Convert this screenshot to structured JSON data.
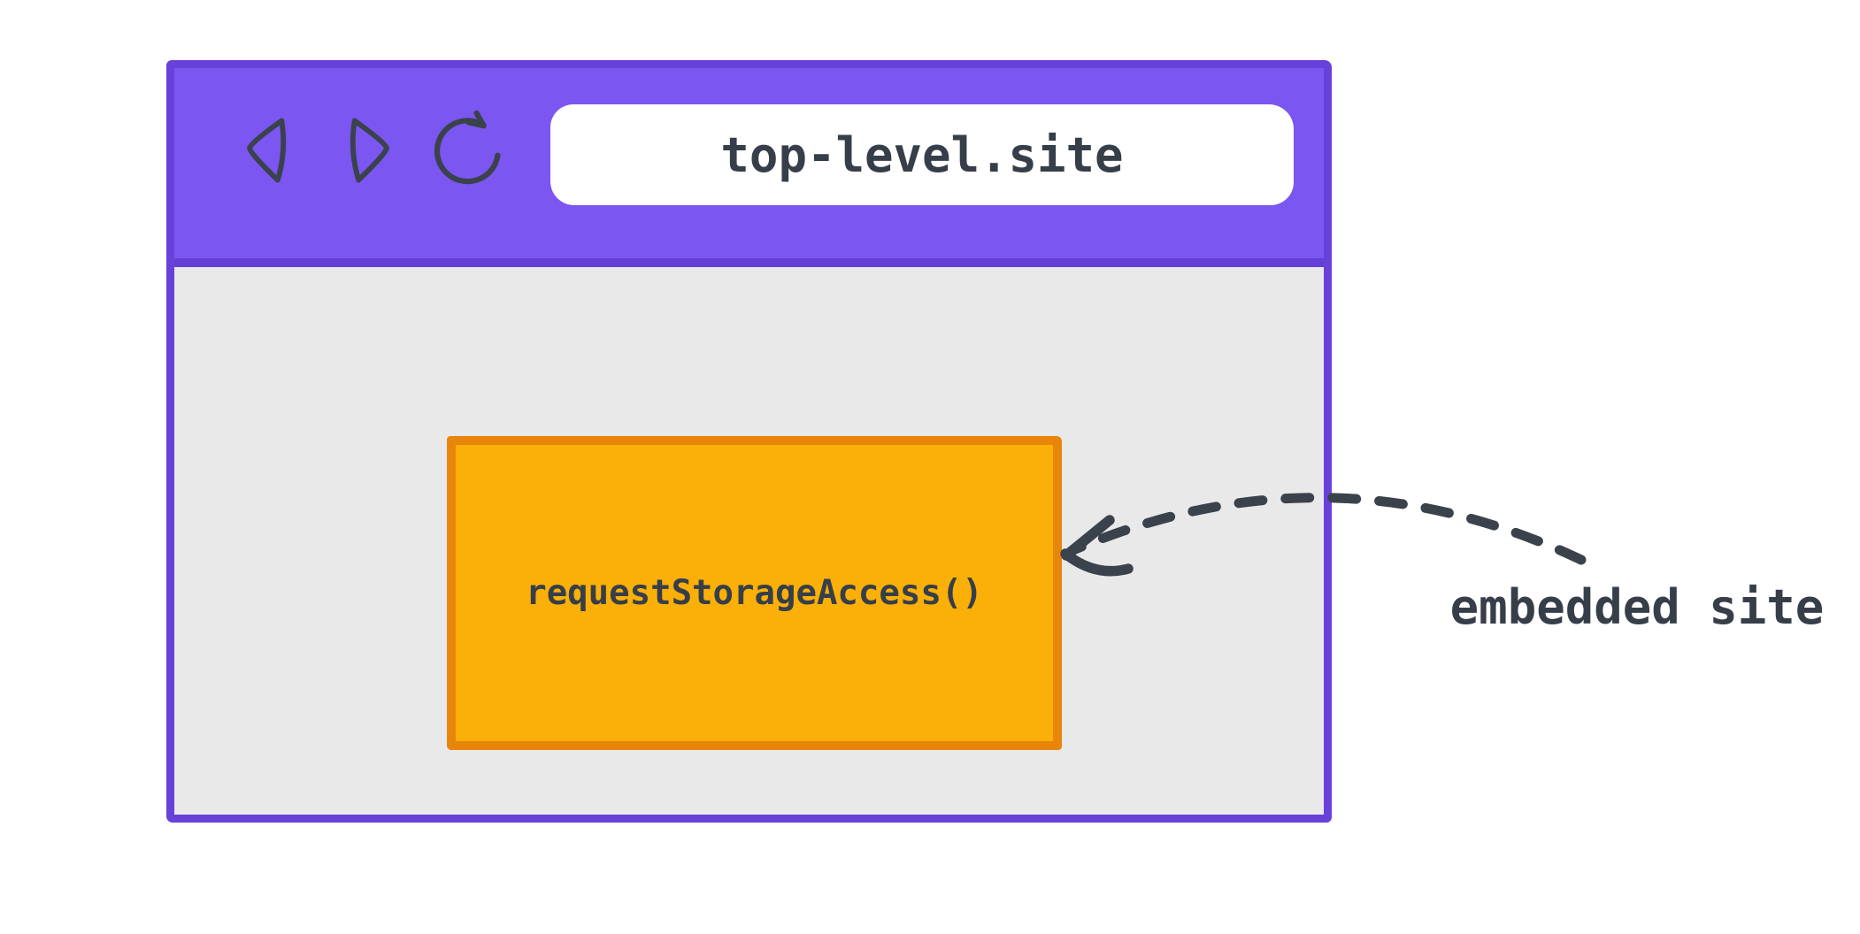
{
  "diagram": {
    "browser_window": {
      "url": "top-level.site",
      "toolbar_color": "#7b56f0",
      "window_border_color": "#6741d9",
      "content_background_color": "#e9e9e9",
      "address_bar_color": "#ffffff",
      "icons": [
        {
          "name": "back-icon"
        },
        {
          "name": "forward-icon"
        },
        {
          "name": "reload-icon"
        }
      ]
    },
    "embedded_frame": {
      "label": "requestStorageAccess()",
      "fill_color": "#fab008",
      "border_color": "#e8860c"
    },
    "annotation": {
      "label": "embedded site",
      "arrow_style": "dashed",
      "arrow_color": "#3a424c"
    },
    "text_color": "#363e49"
  }
}
